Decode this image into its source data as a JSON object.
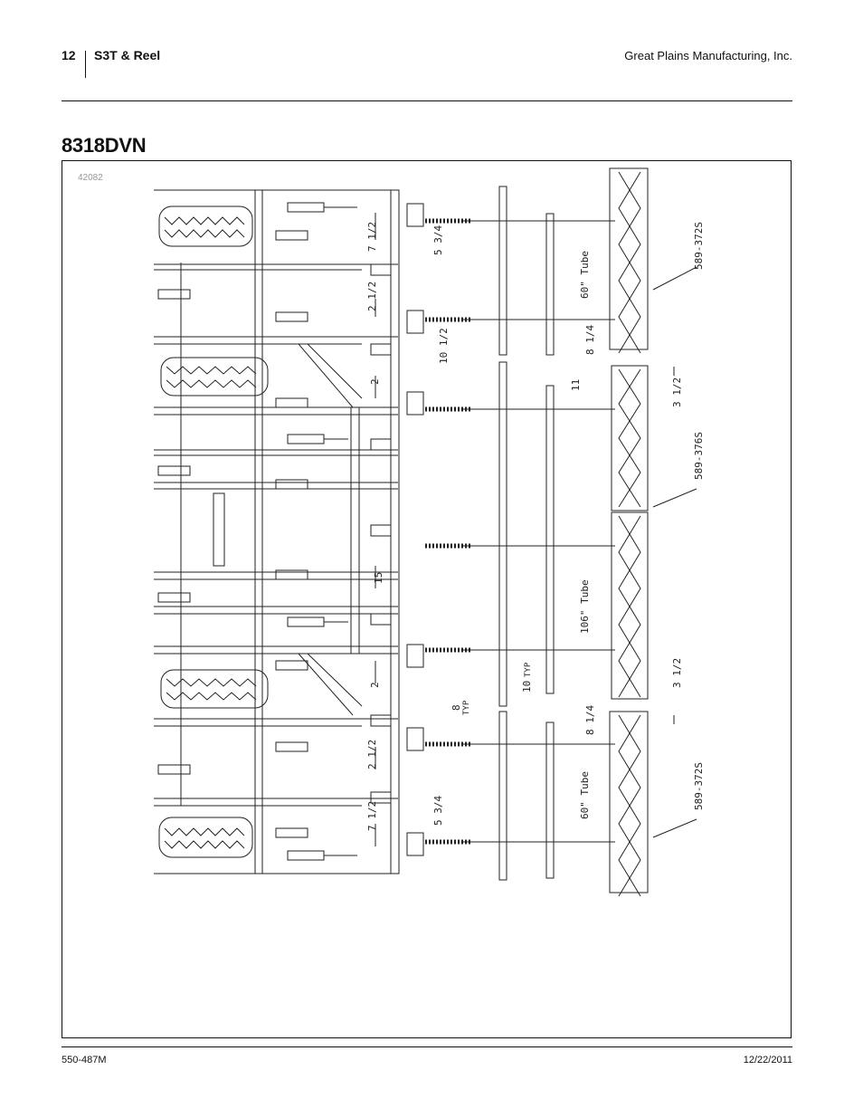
{
  "header": {
    "page_number": "12",
    "manual_title": "S3T & Reel",
    "company": "Great Plains Manufacturing, Inc."
  },
  "section": {
    "title": "8318DVN"
  },
  "figure": {
    "id": "42082",
    "part_labels": [
      "589-372S",
      "589-376S",
      "589-372S"
    ],
    "tube_labels": [
      "60\" Tube",
      "106\" Tube",
      "60\" Tube"
    ],
    "dimensions": {
      "d7_1_2_top": "7 1/2",
      "d2_1_2_top": "2 1/2",
      "d2_a": "2",
      "d15": "15",
      "d2_b": "2",
      "d2_1_2_bot": "2 1/2",
      "d7_1_2_bot": "7 1/2",
      "d5_3_4_top": "5 3/4",
      "d10_1_2": "10 1/2",
      "d11": "11",
      "d8_typ": "8",
      "typ_a": "TYP",
      "d10_typ": "10",
      "typ_b": "TYP",
      "d5_3_4_bot": "5 3/4",
      "d8_1_4_top": "8 1/4",
      "d8_1_4_bot": "8 1/4",
      "d3_1_2_top": "3 1/2",
      "d3_1_2_bot": "3 1/2"
    }
  },
  "footer": {
    "doc_number": "550-487M",
    "date": "12/22/2011"
  }
}
